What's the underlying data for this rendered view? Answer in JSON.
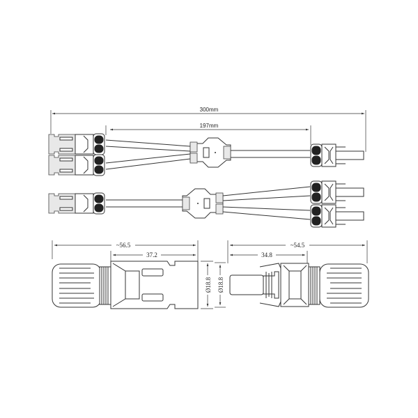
{
  "drawing": {
    "dimensions": {
      "overall_length": "300mm",
      "branch_length": "197mm",
      "female_length": "~56.5",
      "female_body_length": "37.2",
      "female_diameter": "Ø18.8",
      "male_diameter": "Ø18.8",
      "male_pin_length": "34.8",
      "male_length": "~54.5"
    },
    "colors": {
      "line": "#333333",
      "connector_lobe": "#222222"
    }
  }
}
